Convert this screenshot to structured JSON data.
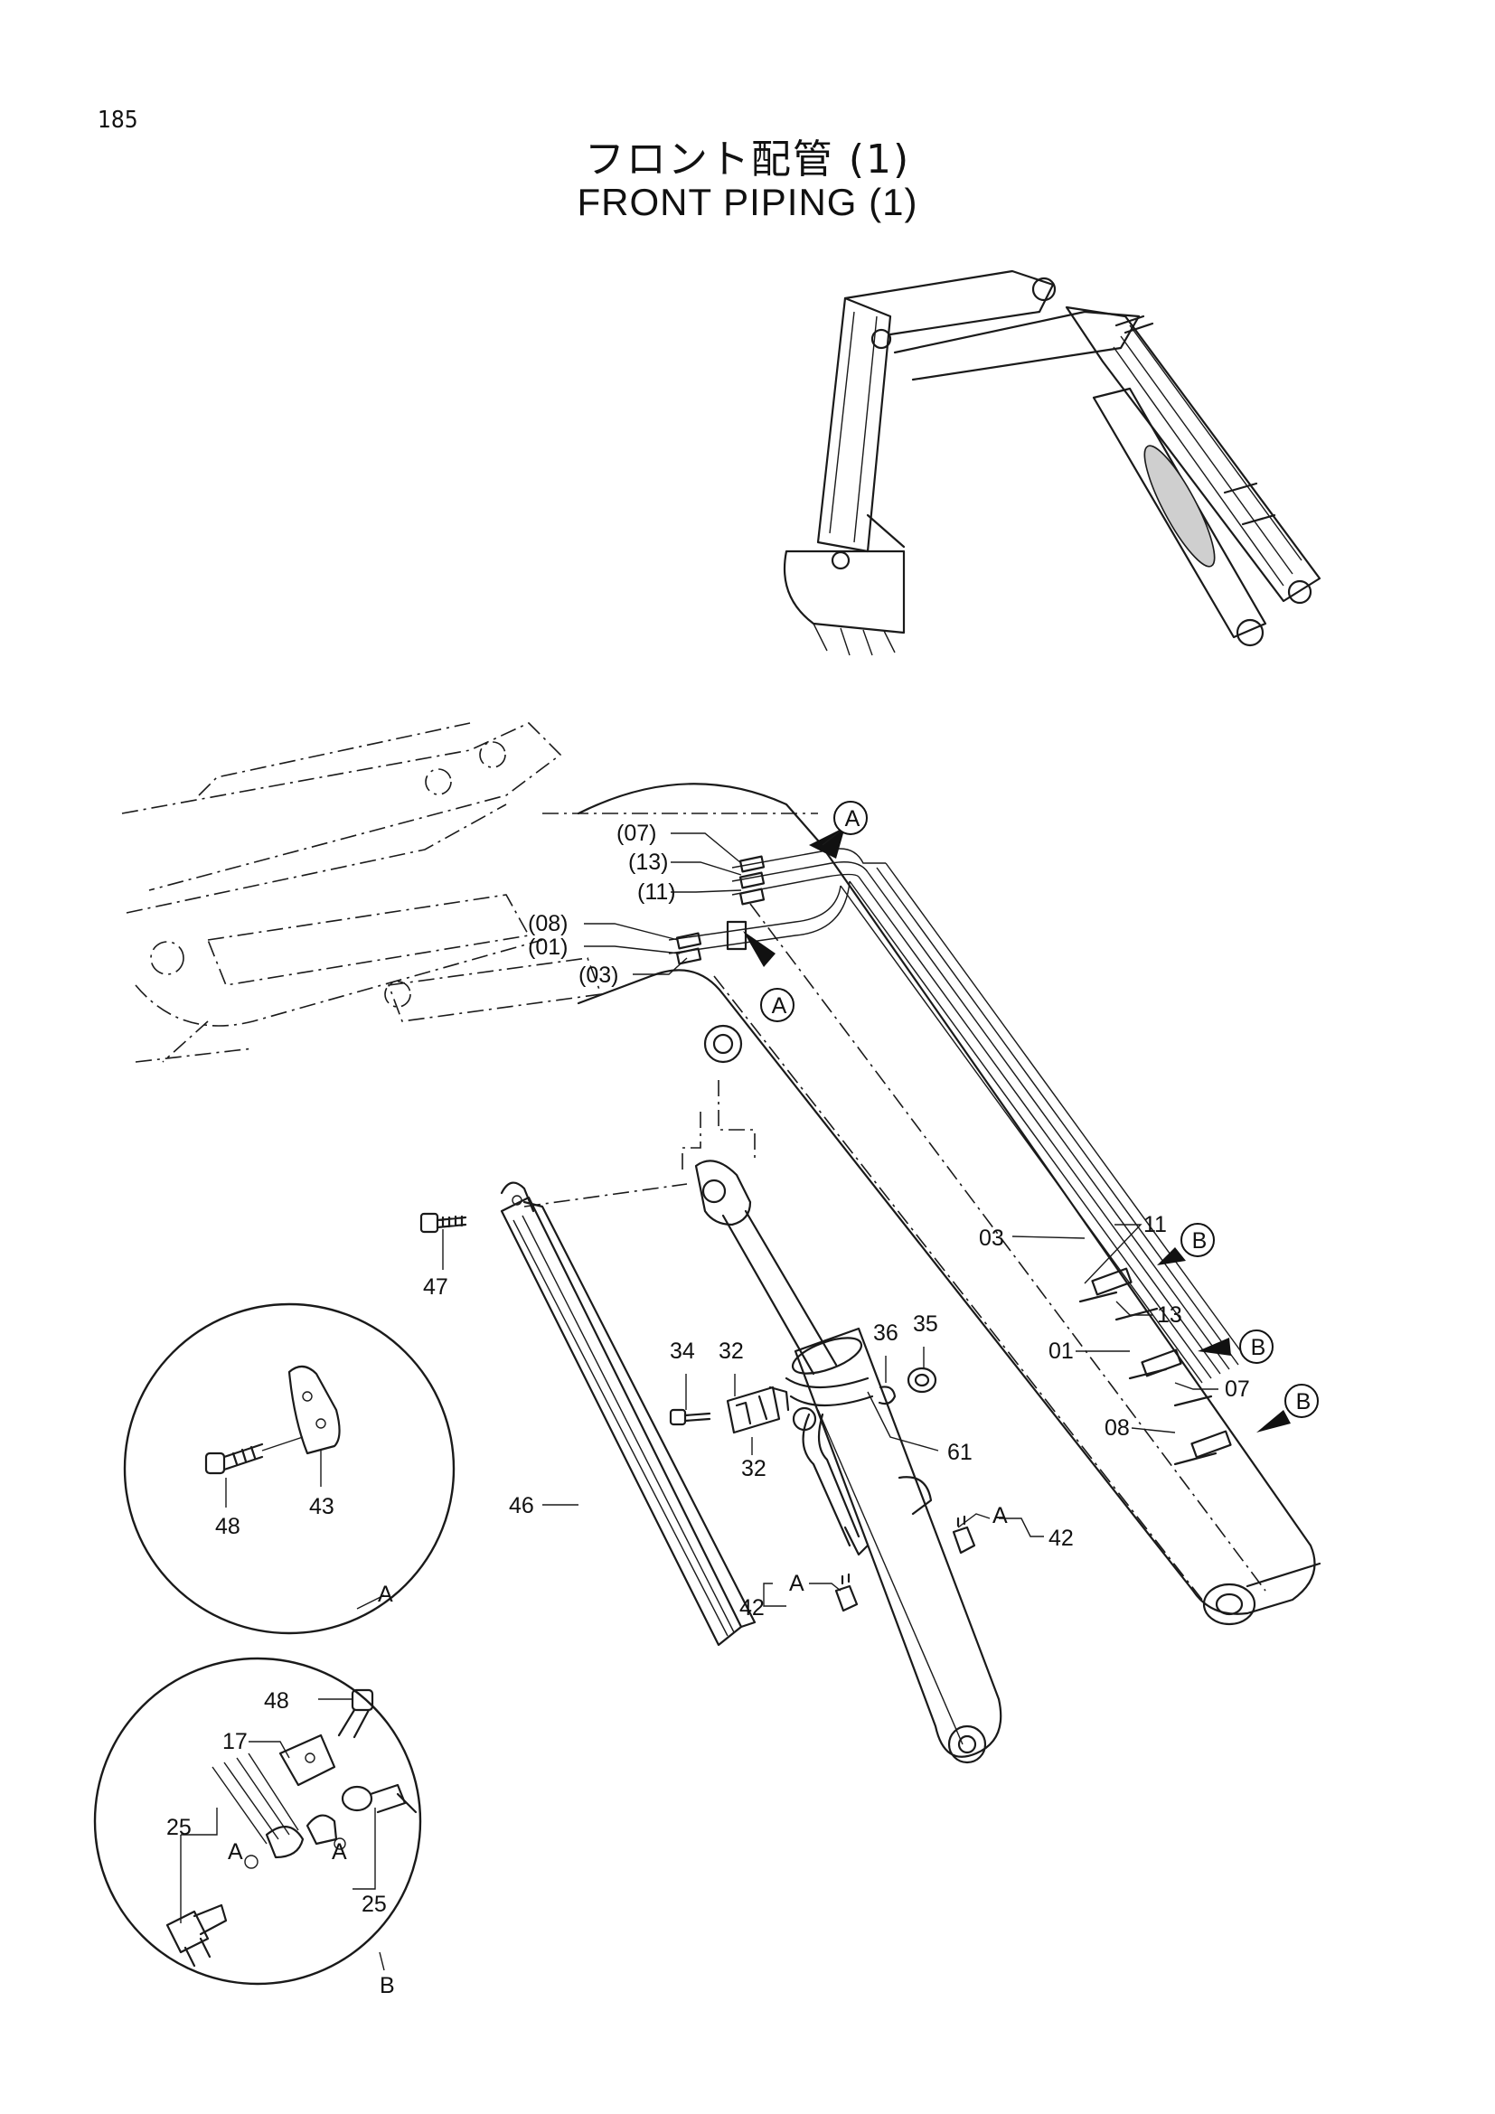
{
  "page_number": "185",
  "title_jp": "フロント配管 (1)",
  "title_en": "FRONT PIPING (1)",
  "callouts": {
    "A": "A",
    "B": "B"
  },
  "part_labels": {
    "p07": "(07)",
    "p13": "(13)",
    "p11": "(11)",
    "p08": "(08)",
    "p01": "(01)",
    "p03": "(03)",
    "p03b": "03",
    "p11b": "11",
    "p13b": "13",
    "p01b": "01",
    "p07b": "07",
    "p08b": "08",
    "p47": "47",
    "p46": "46",
    "p34": "34",
    "p32a": "32",
    "p32b": "32",
    "p36": "36",
    "p35": "35",
    "p61": "61",
    "p42a": "42",
    "p42b": "42",
    "pA1": "A",
    "pA2": "A",
    "p48a": "48",
    "p43": "43",
    "p48b": "48",
    "p17": "17",
    "p25a": "25",
    "p25b": "25",
    "pA3": "A",
    "pA4": "A"
  },
  "detail_labels": {
    "detail_a": "A",
    "detail_b": "B"
  }
}
